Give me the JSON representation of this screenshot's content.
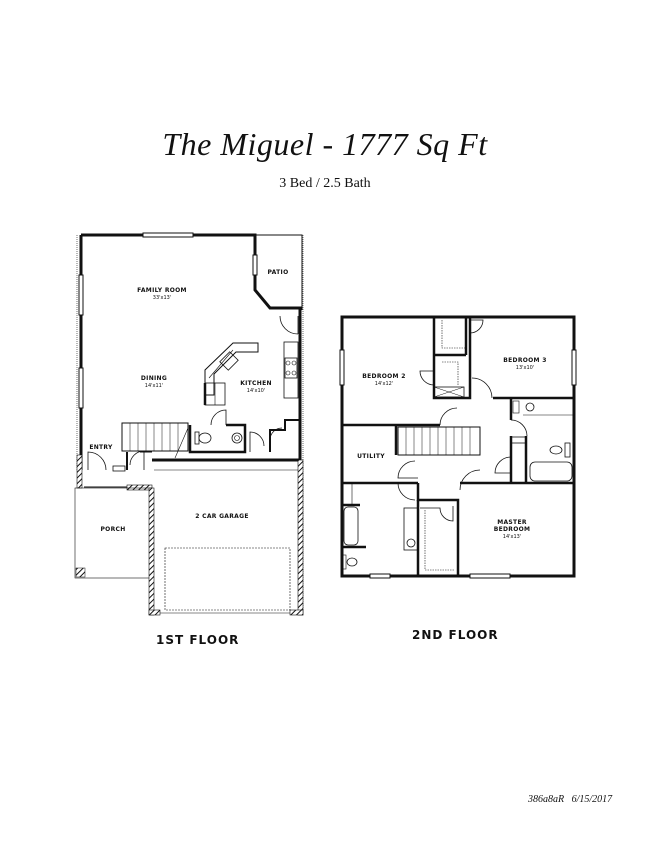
{
  "header": {
    "title": "The Miguel - 1777 Sq Ft",
    "subtitle": "3 Bed / 2.5 Bath"
  },
  "floors": [
    {
      "label": "1ST FLOOR",
      "rooms": [
        {
          "name": "FAMILY ROOM",
          "dims": "33'x13'"
        },
        {
          "name": "PATIO",
          "dims": ""
        },
        {
          "name": "DINING",
          "dims": "14'x11'"
        },
        {
          "name": "KITCHEN",
          "dims": "14'x10'"
        },
        {
          "name": "ENTRY",
          "dims": ""
        },
        {
          "name": "PORCH",
          "dims": ""
        },
        {
          "name": "2 CAR GARAGE",
          "dims": ""
        }
      ]
    },
    {
      "label": "2ND FLOOR",
      "rooms": [
        {
          "name": "BEDROOM 2",
          "dims": "14'x12'"
        },
        {
          "name": "BEDROOM 3",
          "dims": "13'x10'"
        },
        {
          "name": "UTILITY",
          "dims": ""
        },
        {
          "name": "MASTER",
          "dims": ""
        },
        {
          "name": "BEDROOM",
          "dims": "14'x13'"
        }
      ]
    }
  ],
  "footer": {
    "code": "386a8aR",
    "date": "6/15/2017"
  }
}
